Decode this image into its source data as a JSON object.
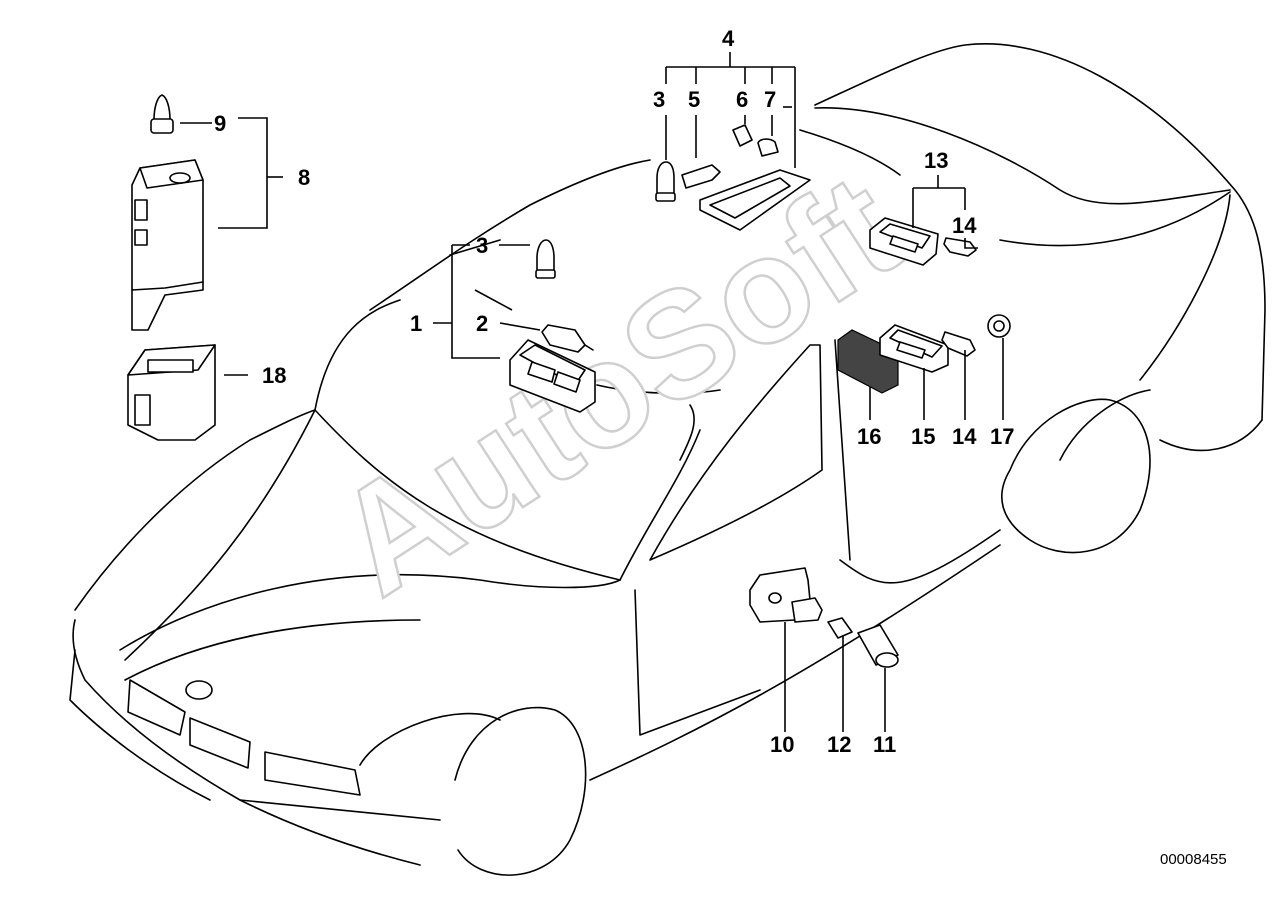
{
  "diagram": {
    "watermark": "AutoSoft",
    "document_number": "00008455",
    "callouts": {
      "c1": "1",
      "c2": "2",
      "c3a": "3",
      "c3b": "3",
      "c4": "4",
      "c5": "5",
      "c6": "6",
      "c7": "7",
      "c8": "8",
      "c9": "9",
      "c10": "10",
      "c11": "11",
      "c12": "12",
      "c13": "13",
      "c14a": "14",
      "c14b": "14",
      "c15": "15",
      "c16": "16",
      "c17": "17",
      "c18": "18"
    }
  }
}
